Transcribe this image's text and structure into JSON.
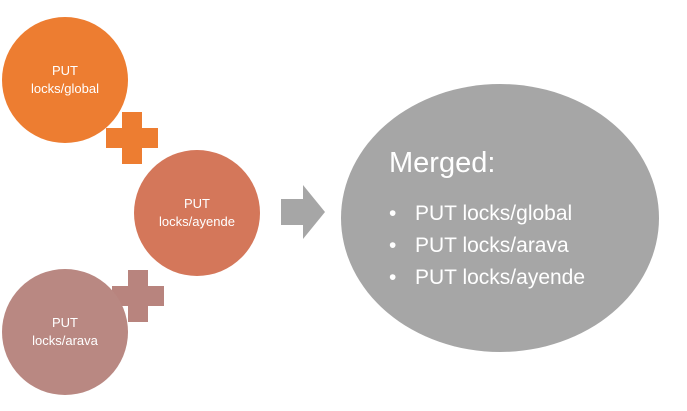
{
  "colors": {
    "global": "#ED7D31",
    "ayende": "#D4775A",
    "arava": "#B98882",
    "plus_orange": "#ED7D31",
    "plus_rose": "#B8847E",
    "arrow": "#A6A6A6",
    "merged": "#A6A6A6"
  },
  "sources": [
    {
      "id": "global",
      "line1": "PUT",
      "line2": "locks/global"
    },
    {
      "id": "ayende",
      "line1": "PUT",
      "line2": "locks/ayende"
    },
    {
      "id": "arava",
      "line1": "PUT",
      "line2": "locks/arava"
    }
  ],
  "merged": {
    "title": "Merged:",
    "bullet": "•",
    "items": [
      "PUT locks/global",
      "PUT locks/arava",
      "PUT locks/ayende"
    ]
  }
}
